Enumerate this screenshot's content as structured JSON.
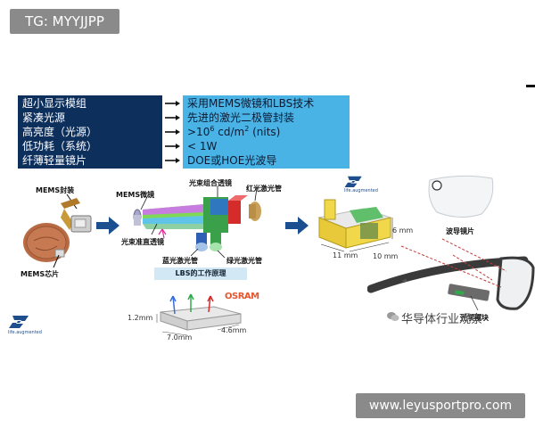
{
  "tag": "TG: MYYJJPP",
  "watermark": "www.leyusportpro.com",
  "wechat": "华导体行业观察",
  "features": [
    {
      "left": "超小显示模组",
      "right": "采用MEMS微镜和LBS技术"
    },
    {
      "left": "紧凑光源",
      "right": "先进的激光二极管封装"
    },
    {
      "left": "高亮度（光源）",
      "right_prefix": ">10",
      "right_sup": "6",
      "right_mid": " cd/m",
      "right_sup2": "2",
      "right_suffix": " (nits)"
    },
    {
      "left": "低功耗（系统）",
      "right": "< 1W"
    },
    {
      "left": "纤薄轻量镜片",
      "right": "DOE或HOE光波导"
    }
  ],
  "labels": {
    "mems_pkg": "MEMS封装",
    "mems_chip": "MEMS芯片",
    "mems_mirror": "MEMS微镜",
    "combiner": "光束组合透镜",
    "red_laser": "红光激光管",
    "collimator": "光束准直透镜",
    "blue_laser": "蓝光激光管",
    "green_laser": "绿光激光管",
    "lbs_principle": "LBS的工作原理",
    "osram": "OSRAM",
    "dim_12": "1.2mm",
    "dim_70": "7.0mm",
    "dim_46": "4.6mm",
    "dim_6": "6 mm",
    "dim_11": "11 mm",
    "dim_10": "10 mm",
    "waveguide": "波导镜片",
    "module": "光学模块",
    "st_tagline": "life.augmented"
  },
  "colors": {
    "table_left": "#0d2f5c",
    "table_right": "#49b3e6",
    "arrow": "#1b4f8f",
    "st_blue": "#1f4e8c"
  }
}
